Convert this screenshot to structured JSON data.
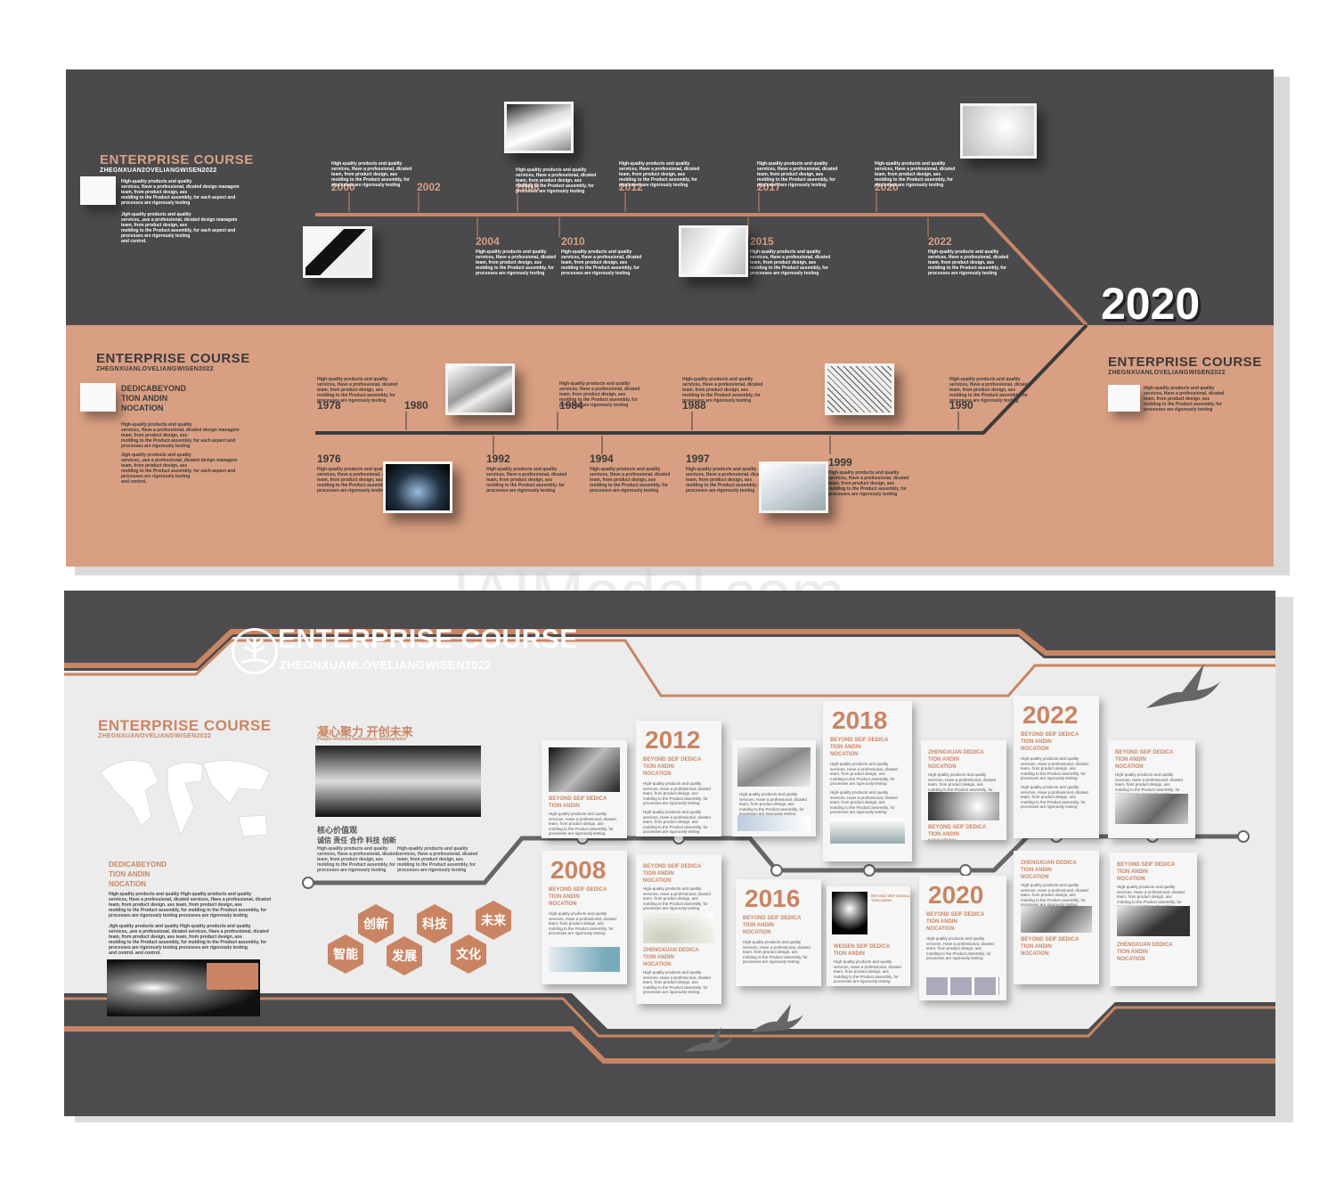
{
  "watermark": "IAIModel.com",
  "colors": {
    "dark": "#4a4a4c",
    "peach": "#d99f82",
    "accent": "#c98563",
    "light": "#ececec"
  },
  "top_panel": {
    "dark_title": "ENTERPRISE COURSE",
    "dark_subtitle": "ZHEGNXUAN2OVELIANGWISEN2022",
    "dark_intro": "High-quality products and quality\nservices, Have a professional, dicated design managem\nteam, from product design, ass\nmolding to the Product assembly, for each aspect and\nprocesses are rigorously testing",
    "dark_intro2": "Jigh-quality products and quality\nservices, ,ave a professional, dicated design managem\nteam, from product design, ass\nmolding to the Product assembly, for each aspect and\nprocesses are rigorously testing\nand control.",
    "upper_years": [
      "2000",
      "2002",
      "2008",
      "2012",
      "2017",
      "2020"
    ],
    "lower_years": [
      "2004",
      "2010",
      "2015",
      "2022"
    ],
    "big_year": "2020",
    "peach_title": "ENTERPRISE COURSE",
    "peach_subtitle": "ZHEGNXUANLOVELIANGWISEN2022",
    "peach_heading": "DEDICABEYOND\nTION ANDIN\nNOCATION",
    "peach_intro": "High-quality products and quality\nservices, Have a professional, dicated design managem\nteam, from product design, ass\nmolding to the Product assembly, for each aspect and\nprocesses are rigorously testing",
    "peach_intro2": "Jigh-quality products and quality\nservices, ,ave a professional, dicated design managem\nteam, from product design, ass\nmolding to the Product assembly, for each aspect and\nprocesses are rigorously testing\nand control.",
    "peach_upper_years": [
      "1978",
      "1980",
      "1984",
      "1988",
      "1990"
    ],
    "peach_lower_years": [
      "1976",
      "1992",
      "1994",
      "1997",
      "1999"
    ],
    "right_title": "ENTERPRISE COURSE",
    "right_subtitle": "ZHEGNXUANLOVELIANGWISEN2022",
    "snippet": "High-quality products and quality\nservices, Have a professional, dicated\nteam, from product design, ass\nmolding to the Product assembly, for\nprocesses are rigorously testing"
  },
  "bottom_panel": {
    "header_title": "ENTERPRISE COURSE",
    "header_subtitle": "ZHEGNXUANLOVELIANGWISEN2022",
    "left_title": "ENTERPRISE COURSE",
    "left_subtitle": "ZHEGNXUANOVELIANGWISEN2022",
    "left_heading": "DEDICABEYOND\nTION ANDIN\nNOCATION",
    "left_body": "High-quality products and quality  High-quality products and quality\nservices, Have a professional, dicated  services, Have a professional, dicated\nteam, from product design, ass  team, from product design, ass\nmolding to the Product assembly, for  molding to the Product assembly, for\nprocesses are rigorously testing  processes are rigorously testing",
    "left_body2": "Jigh-quality products and quality  High-quality products and quality\nservices, ,ave a professional, dicated  services, Have a professional, dicated\nteam, from product design, ass  team, from product design, ass\nmolding to the Product assembly, for  molding to the Product assembly, for\nprocesses are rigorously testing  processes are rigorously testing\nand control.  and control.",
    "slogan": "凝心聚力 开创未来",
    "slogan_en": "People-oriented harmonious development",
    "values_title": "核心价值观",
    "values_list": "诚信 责任 合作 科技 创新",
    "hexes": [
      "创新",
      "科技",
      "未来",
      "智能",
      "发展",
      "文化"
    ],
    "cards": [
      {
        "year": "",
        "heading": "BEYOND SEIF DEDICA\nTION ANDIN"
      },
      {
        "year": "2012",
        "heading": "BEYOND SEIF DEDICA\nTION ANDIN\nNOCATION"
      },
      {
        "year": "",
        "heading": ""
      },
      {
        "year": "2018",
        "heading": "BEYOND SEIF DEDICA\nTION ANDIN\nNOCATION"
      },
      {
        "year": "",
        "heading": "ZHENGXUAN DEDICA\nTION ANDIN\nNOCATION"
      },
      {
        "year": "2022",
        "heading": "BEYOND SEIF DEDICA\nTION ANDIN\nNOCATION"
      },
      {
        "year": "",
        "heading": "BEYOND SEIF DEDICA\nTION ANDIN\nNOCATION"
      },
      {
        "year": "2008",
        "heading": "BEYOND SEIF DEDICA\nTION ANDIN\nNOCATION"
      },
      {
        "year": "",
        "heading": "BEYOND SEIF DEDICA\nTION ANDIN\nNOCATION"
      },
      {
        "year": "2016",
        "heading": "BEYOND SEIF DEDICA\nTION ANDIN\nNOCATION"
      },
      {
        "year": "",
        "heading": "BEYOND SEIF DEDICA\nTION ANDIN"
      },
      {
        "year": "2020",
        "heading": "BEYOND SEIF DEDICA\nTION ANDIN\nNOCATION"
      },
      {
        "year": "",
        "heading": "ZHENGXUAN DEDICA\nTION ANDIN\nNOCATION"
      },
      {
        "year": "",
        "heading": "BEYOND SEIF DEDICA\nTION ANDIN\nNOCATION"
      }
    ],
    "card_extra": [
      "BEYOND SEIF DEDICA\nTION ANDIN\nNOCATION",
      "ZHENGXUAN DEDICA\nTION ANDIN\nNOCATION",
      "WEISEN SEIF DEDICA\nTION ANDIN",
      "BEYOND SEIF DEDICA\nTION ANDIN\nNOCATION",
      "ZHENGXUAN DEDICA\nTION ANDIN\nNOCATION"
    ],
    "card_body": "High-quality products and quality\nservices, Have a professional, dicated\nteam, from product design, ass\nmolding to the Product assembly, for\nprocesses are rigorously testing"
  }
}
